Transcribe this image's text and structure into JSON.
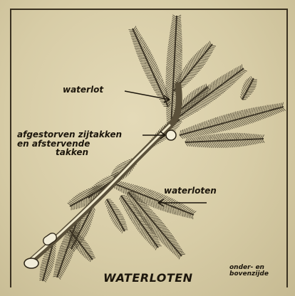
{
  "figure": {
    "title": "WATERLOTEN",
    "labels": {
      "waterlot": "waterlot",
      "dead_branches": [
        "afgestorven zijtakken",
        "en afstervende",
        "takken"
      ],
      "waterloten": "waterloten",
      "sides": [
        "onder- en",
        "bovenzijde"
      ]
    }
  },
  "colors": {
    "paper": "#ddd2ae",
    "ink": "#1c160c",
    "needle": "#3d3626"
  }
}
